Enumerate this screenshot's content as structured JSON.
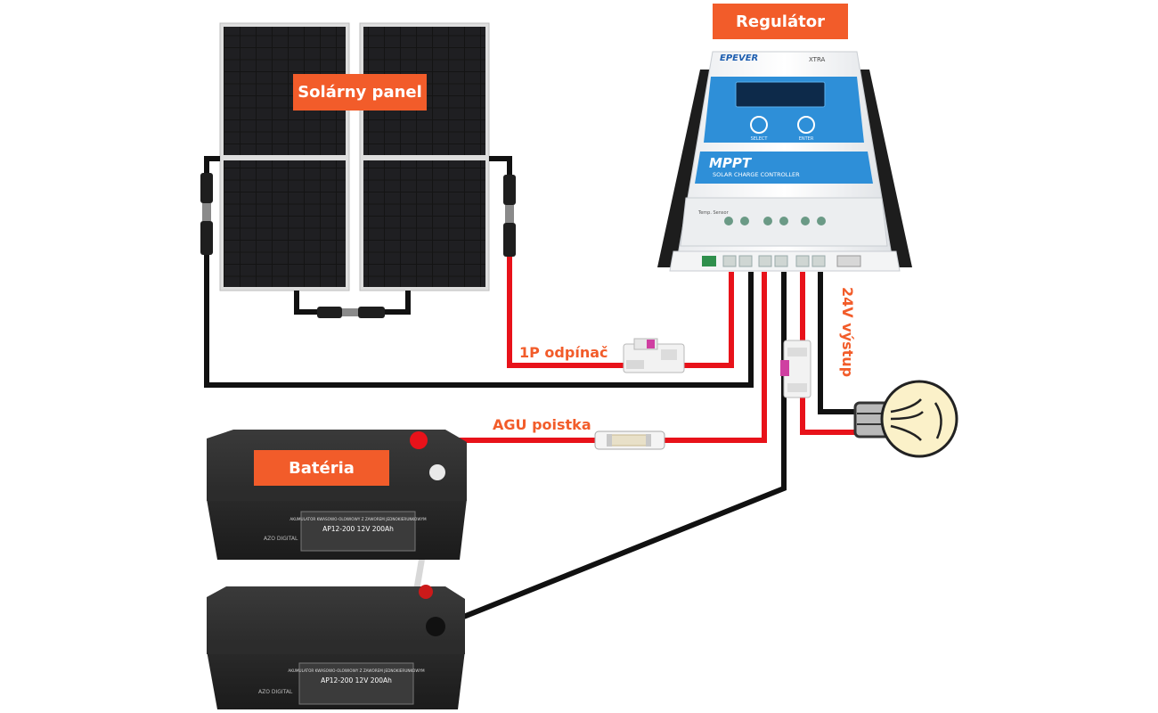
{
  "labels": {
    "regulator": "Regulátor",
    "solar_panel": "Solárny panel",
    "battery": "Batéria",
    "breaker_1p": "1P odpínač",
    "agu_fuse": "AGU poistka",
    "output_24v": "24V výstup"
  },
  "controller": {
    "brand": "EPEVER",
    "model": "XTRA",
    "mppt_title": "MPPT",
    "mppt_subtitle": "SOLAR CHARGE CONTROLLER",
    "select_label": "SELECT",
    "enter_label": "ENTER",
    "temp_sensor_label": "Temp. Sensor"
  },
  "battery": {
    "brand": "AZO DIGITAL",
    "header": "AKUMULATOR KWASOWO-OLOWIOWY Z ZAWOREM JEDNOKIERUNKOWYM",
    "model": "AP12-200 12V 200Ah"
  },
  "colors": {
    "accent": "#f25c2a",
    "positive_wire": "#e8121a",
    "negative_wire": "#111111",
    "bridge_wire": "#d8d8d8",
    "controller_blue": "#2e8fd8",
    "bulb_glass": "#fbf1c9"
  }
}
